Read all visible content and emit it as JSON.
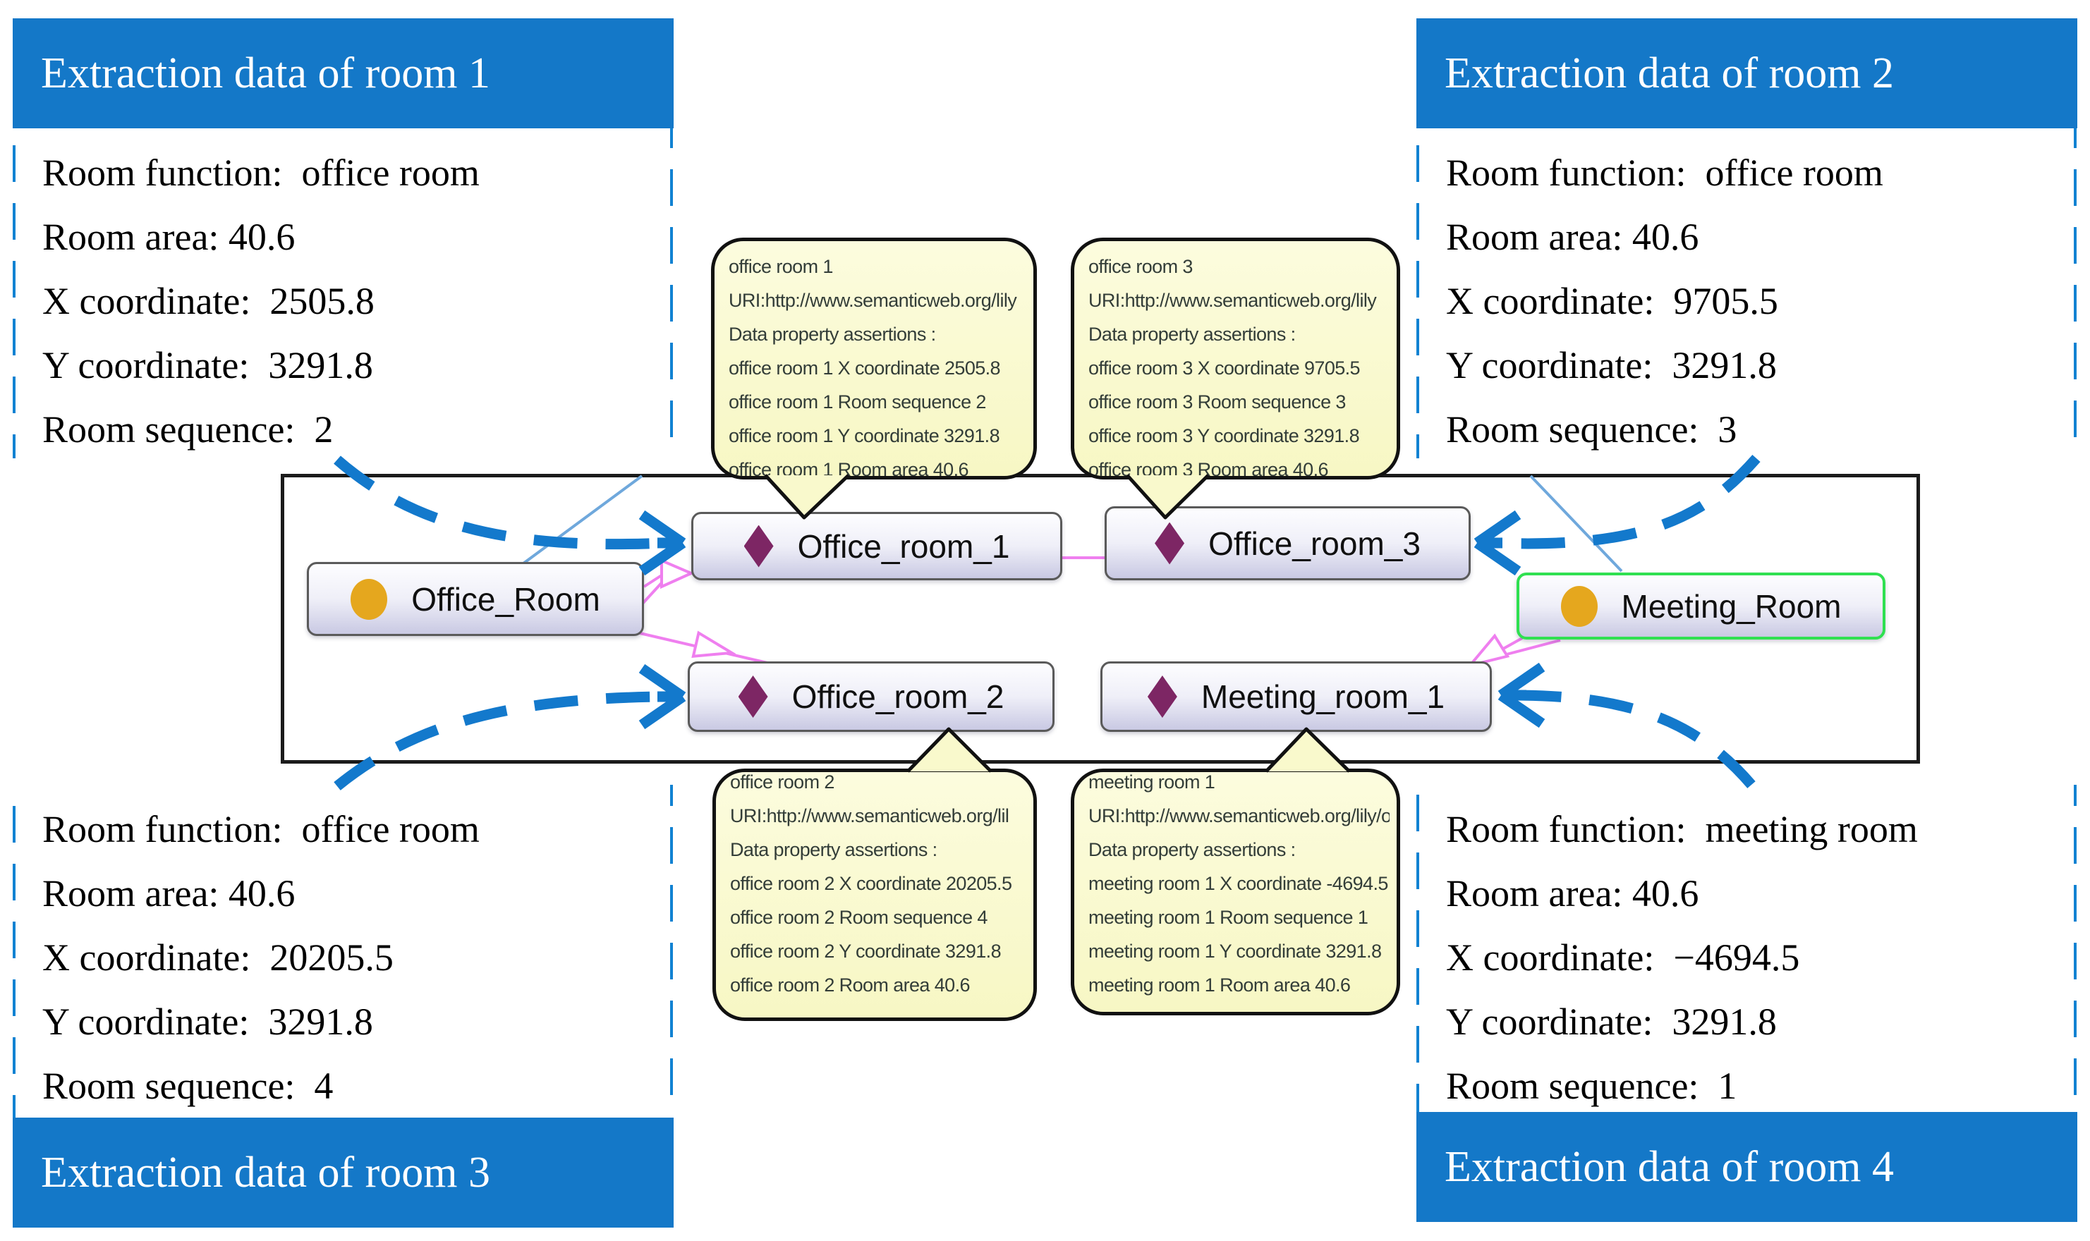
{
  "colors": {
    "header_blue": "#1478C8",
    "dashed_border_blue": "#1182D2",
    "arrow_blue": "#1379CC",
    "thin_edge_blue": "#6FA8DC",
    "relation_pink": "#EF7FEF",
    "callout_yellow": "#FAFAD0",
    "node_fill": "#E6E6F4",
    "diamond_purple": "#7D2664",
    "ellipse_orange": "#E5A71E",
    "selected_green": "#2FE050"
  },
  "extraction_boxes": [
    {
      "title": "Extraction data of room 1",
      "lines": [
        "Room function:  office room",
        "Room area: 40.6",
        "X coordinate:  2505.8",
        "Y coordinate:  3291.8",
        "Room sequence:  2"
      ]
    },
    {
      "title": "Extraction data of room 2",
      "lines": [
        "Room function:  office room",
        "Room area: 40.6",
        "X coordinate:  9705.5",
        "Y coordinate:  3291.8",
        "Room sequence:  3"
      ]
    },
    {
      "title": "Extraction data of room 3",
      "lines": [
        "Room function:  office room",
        "Room area: 40.6",
        "X coordinate:  20205.5",
        "Y coordinate:  3291.8",
        "Room sequence:  4"
      ]
    },
    {
      "title": "Extraction data of room 4",
      "lines": [
        "Room function:  meeting room",
        "Room area: 40.6",
        "X coordinate:  −4694.5",
        "Y coordinate:  3291.8",
        "Room sequence:  1"
      ]
    }
  ],
  "graph": {
    "nodes": [
      {
        "label": "Office_Room",
        "type": "class"
      },
      {
        "label": "Meeting_Room",
        "type": "class",
        "selected": true
      },
      {
        "label": "Office_room_1",
        "type": "individual"
      },
      {
        "label": "Office_room_3",
        "type": "individual"
      },
      {
        "label": "Office_room_2",
        "type": "individual"
      },
      {
        "label": "Meeting_room_1",
        "type": "individual"
      }
    ]
  },
  "callouts": [
    {
      "lines": [
        "office room 1",
        "URI:http://www.semanticweb.org/lily",
        "Data property assertions :",
        "office room 1 X coordinate 2505.8",
        "office room 1 Room sequence 2",
        "office room 1 Y coordinate 3291.8",
        "office room 1 Room area 40.6"
      ]
    },
    {
      "lines": [
        "office room 3",
        "URI:http://www.semanticweb.org/lily",
        "Data property assertions :",
        "office room 3 X coordinate 9705.5",
        "office room 3 Room sequence 3",
        "office room 3 Y coordinate 3291.8",
        "office room 3 Room area 40.6"
      ]
    },
    {
      "lines": [
        "office room 2",
        "URI:http://www.semanticweb.org/lil",
        "Data property assertions :",
        "office room 2 X coordinate 20205.5",
        "office room 2 Room sequence 4",
        "office room 2 Y coordinate 3291.8",
        "office room 2 Room area 40.6"
      ]
    },
    {
      "lines": [
        "meeting room 1",
        "URI:http://www.semanticweb.org/lily/o",
        "Data property assertions :",
        "meeting room 1 X coordinate -4694.5",
        "meeting room 1 Room sequence 1",
        "meeting room 1 Y coordinate 3291.8",
        "meeting room 1 Room area 40.6"
      ]
    }
  ]
}
